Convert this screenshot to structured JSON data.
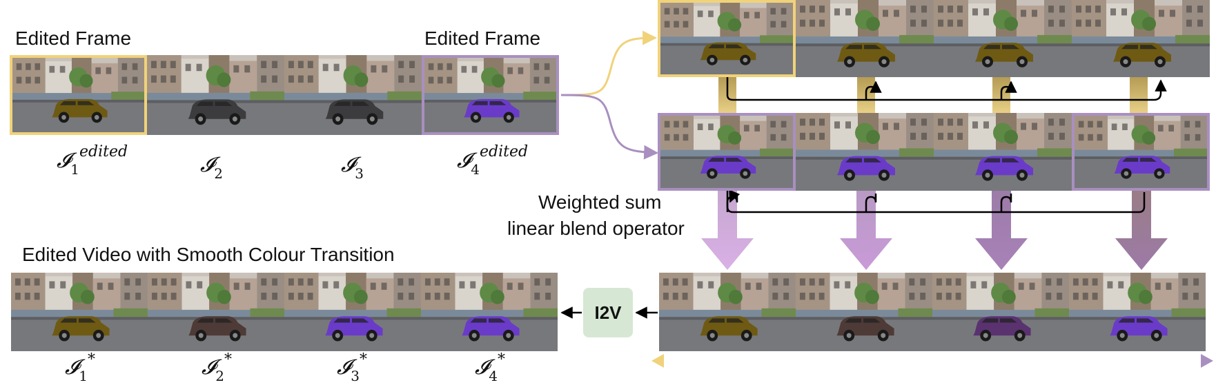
{
  "headings": {
    "edited_frame_left": "Edited Frame",
    "edited_frame_right": "Edited Frame",
    "edited_video": "Edited Video with Smooth Colour Transition",
    "weighted_sum_line1": "Weighted sum",
    "weighted_sum_line2": "linear blend operator"
  },
  "input_labels": [
    {
      "base": "𝓘",
      "sub": "1",
      "sup": "edited"
    },
    {
      "base": "𝓘",
      "sub": "2",
      "sup": ""
    },
    {
      "base": "𝓘",
      "sub": "3",
      "sup": ""
    },
    {
      "base": "𝓘",
      "sub": "4",
      "sup": "edited"
    }
  ],
  "output_labels": [
    {
      "base": "𝓘",
      "sub": "1",
      "sup": "*"
    },
    {
      "base": "𝓘",
      "sub": "2",
      "sup": "*"
    },
    {
      "base": "𝓘",
      "sub": "3",
      "sup": "*"
    },
    {
      "base": "𝓘",
      "sub": "4",
      "sup": "*"
    }
  ],
  "i2v_label": "I2V",
  "colors": {
    "yellow_car": "#6e5a12",
    "purple_car": "#6a3bc8",
    "gray_car": "#3c3c3e",
    "yellow_border": "#f0d27a",
    "purple_border": "#a98fc0",
    "i2v_bg": "#d6e8d4",
    "gradient_start": "#f0d27a",
    "gradient_end": "#a98fc0"
  },
  "input_frames": [
    "yellow",
    "gray",
    "gray",
    "purple"
  ],
  "yellow_row_frames": [
    "yellow",
    "yellow",
    "yellow",
    "yellow"
  ],
  "purple_row_frames": [
    "purple",
    "purple",
    "purple",
    "purple"
  ],
  "blend_row_frames": [
    "yellow",
    "brownish",
    "plum",
    "purple"
  ],
  "output_frames": [
    "yellow",
    "brownish",
    "purple",
    "purple"
  ]
}
